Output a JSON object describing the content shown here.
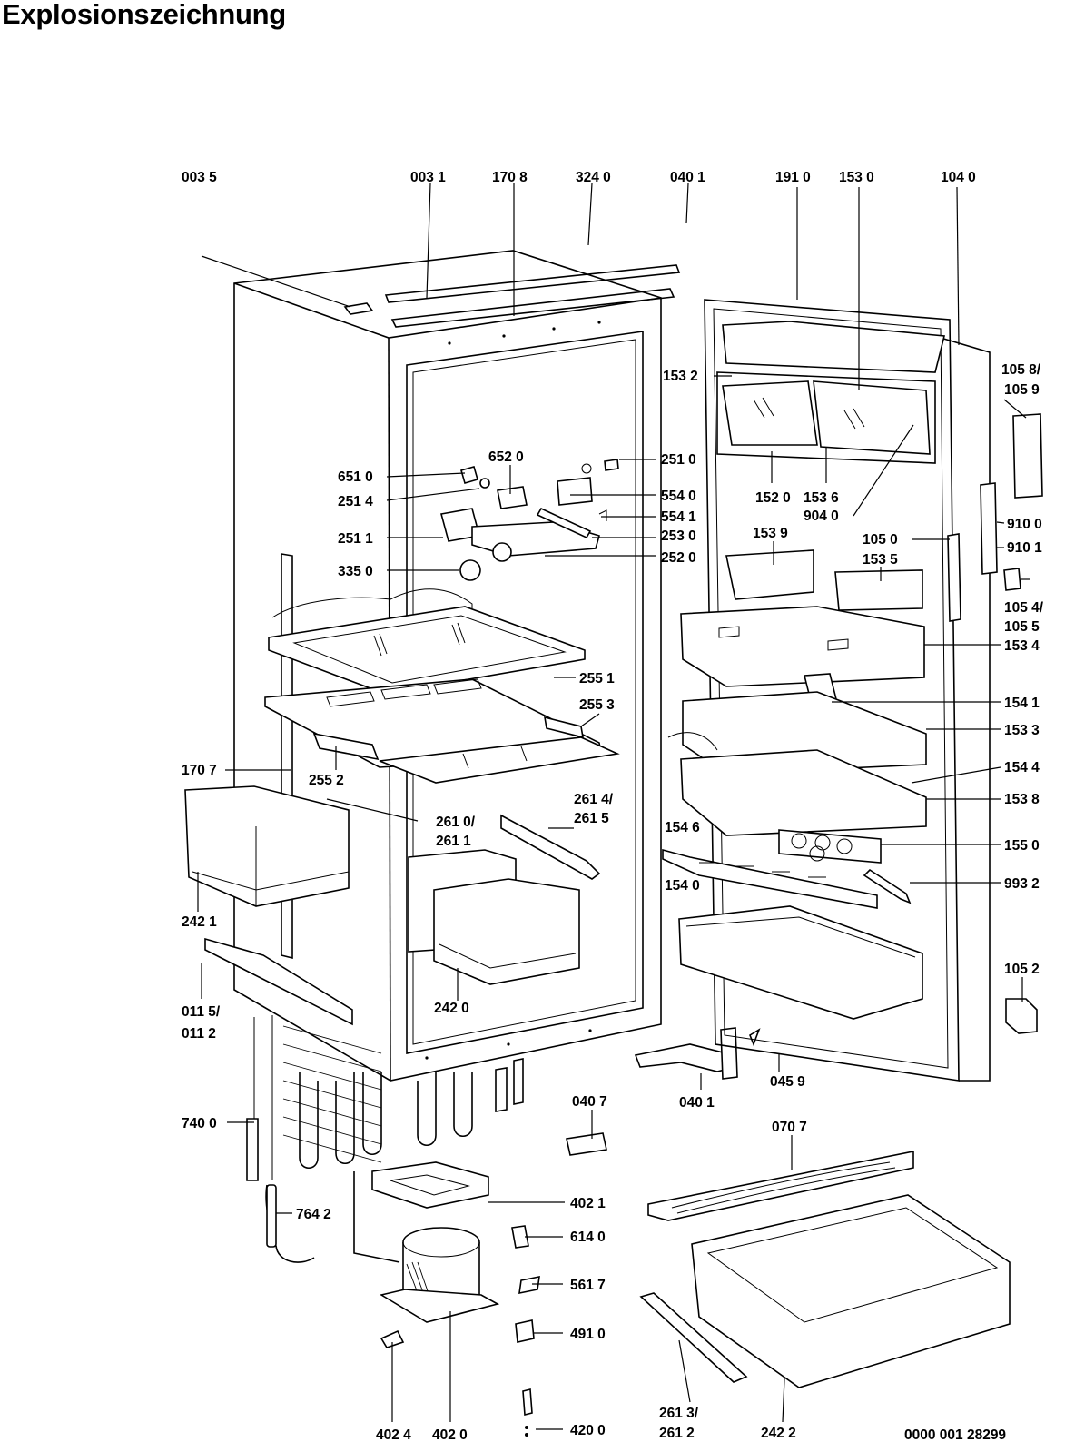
{
  "title": "Explosionszeichnung",
  "drawing_number": "0000 001 28299",
  "parts": [
    {
      "id": "p0035",
      "label": "003 5"
    },
    {
      "id": "p0031",
      "label": "003 1"
    },
    {
      "id": "p1708",
      "label": "170 8"
    },
    {
      "id": "p3240",
      "label": "324 0"
    },
    {
      "id": "p0401a",
      "label": "040 1"
    },
    {
      "id": "p1910",
      "label": "191 0"
    },
    {
      "id": "p1530",
      "label": "153 0"
    },
    {
      "id": "p1040",
      "label": "104 0"
    },
    {
      "id": "p1058",
      "label": "105 8/"
    },
    {
      "id": "p1059",
      "label": "105 9"
    },
    {
      "id": "p1532",
      "label": "153 2"
    },
    {
      "id": "p2510",
      "label": "251 0"
    },
    {
      "id": "p6520",
      "label": "652 0"
    },
    {
      "id": "p6510",
      "label": "651 0"
    },
    {
      "id": "p2514",
      "label": "251 4"
    },
    {
      "id": "p5540",
      "label": "554 0"
    },
    {
      "id": "p5541",
      "label": "554 1"
    },
    {
      "id": "p1520",
      "label": "152 0"
    },
    {
      "id": "p1536",
      "label": "153 6"
    },
    {
      "id": "p9040",
      "label": "904 0"
    },
    {
      "id": "p2511",
      "label": "251 1"
    },
    {
      "id": "p2530",
      "label": "253 0"
    },
    {
      "id": "p2520",
      "label": "252 0"
    },
    {
      "id": "p3350",
      "label": "335 0"
    },
    {
      "id": "p1539",
      "label": "153 9"
    },
    {
      "id": "p1050",
      "label": "105 0"
    },
    {
      "id": "p1535",
      "label": "153 5"
    },
    {
      "id": "p9100",
      "label": "910 0"
    },
    {
      "id": "p9101",
      "label": "910 1"
    },
    {
      "id": "p1054",
      "label": "105 4/"
    },
    {
      "id": "p1055",
      "label": "105 5"
    },
    {
      "id": "p1534",
      "label": "153 4"
    },
    {
      "id": "p2551",
      "label": "255 1"
    },
    {
      "id": "p1541",
      "label": "154 1"
    },
    {
      "id": "p2553",
      "label": "255 3"
    },
    {
      "id": "p1533",
      "label": "153 3"
    },
    {
      "id": "p1707",
      "label": "170 7"
    },
    {
      "id": "p2552",
      "label": "255 2"
    },
    {
      "id": "p1544",
      "label": "154 4"
    },
    {
      "id": "p1538",
      "label": "153 8"
    },
    {
      "id": "p2614",
      "label": "261 4/"
    },
    {
      "id": "p2615",
      "label": "261 5"
    },
    {
      "id": "p2610",
      "label": "261 0/"
    },
    {
      "id": "p2611",
      "label": "261 1"
    },
    {
      "id": "p1546",
      "label": "154 6"
    },
    {
      "id": "p1550",
      "label": "155 0"
    },
    {
      "id": "p9932",
      "label": "993 2"
    },
    {
      "id": "p1540",
      "label": "154 0"
    },
    {
      "id": "p2421",
      "label": "242 1"
    },
    {
      "id": "p1052",
      "label": "105 2"
    },
    {
      "id": "p0115",
      "label": "011 5/"
    },
    {
      "id": "p0112",
      "label": "011 2"
    },
    {
      "id": "p2420",
      "label": "242 0"
    },
    {
      "id": "p0401b",
      "label": "040 1"
    },
    {
      "id": "p0459",
      "label": "045 9"
    },
    {
      "id": "p0407",
      "label": "040 7"
    },
    {
      "id": "p7400",
      "label": "740 0"
    },
    {
      "id": "p0707",
      "label": "070 7"
    },
    {
      "id": "p4021",
      "label": "402 1"
    },
    {
      "id": "p7642",
      "label": "764 2"
    },
    {
      "id": "p6140",
      "label": "614 0"
    },
    {
      "id": "p5617",
      "label": "561 7"
    },
    {
      "id": "p4910",
      "label": "491 0"
    },
    {
      "id": "p4200",
      "label": "420 0"
    },
    {
      "id": "p4024",
      "label": "402 4"
    },
    {
      "id": "p4020",
      "label": "402 0"
    },
    {
      "id": "p2613",
      "label": "261 3/"
    },
    {
      "id": "p2612",
      "label": "261 2"
    },
    {
      "id": "p2422",
      "label": "242 2"
    }
  ]
}
